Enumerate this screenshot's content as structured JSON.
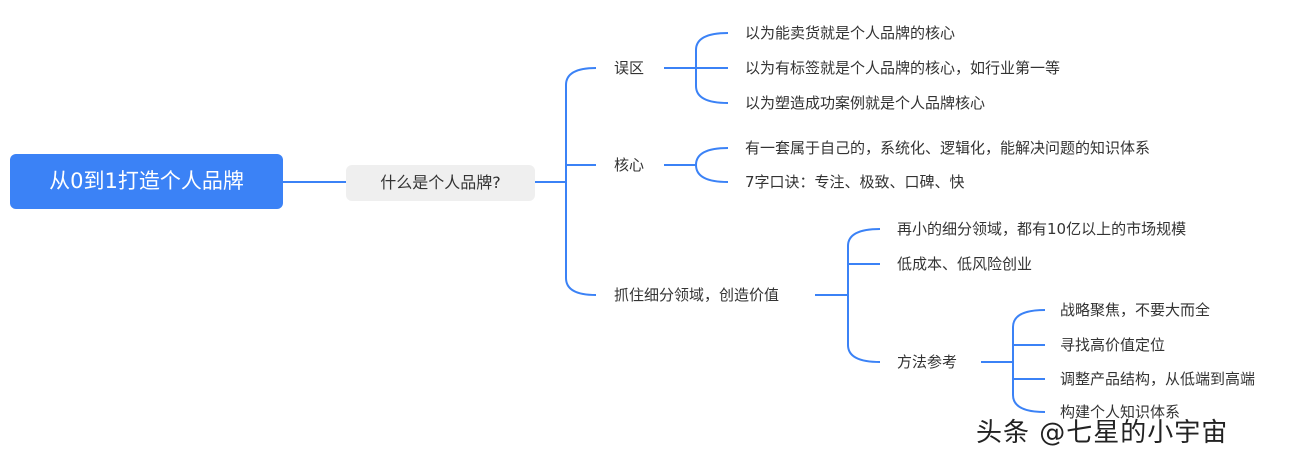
{
  "root": "从0到1打造个人品牌",
  "level1": "什么是个人品牌?",
  "branches": {
    "mistake": {
      "label": "误区",
      "items": [
        "以为能卖货就是个人品牌的核心",
        "以为有标签就是个人品牌的核心，如行业第一等",
        "以为塑造成功案例就是个人品牌核心"
      ]
    },
    "core": {
      "label": "核心",
      "items": [
        "有一套属于自己的，系统化、逻辑化，能解决问题的知识体系",
        "7字口诀：专注、极致、口碑、快"
      ]
    },
    "niche": {
      "label": "抓住细分领域，创造价值",
      "items": [
        "再小的细分领域，都有10亿以上的市场规模",
        "低成本、低风险创业"
      ],
      "method": {
        "label": "方法参考",
        "items": [
          "战略聚焦，不要大而全",
          "寻找高价值定位",
          "调整产品结构，从低端到高端",
          "构建个人知识体系"
        ]
      }
    }
  },
  "watermark": "头条 @七星的小宇宙",
  "colors": {
    "line": "#3b82f6",
    "root_bg": "#3b82f6",
    "level1_bg": "#efefef"
  }
}
